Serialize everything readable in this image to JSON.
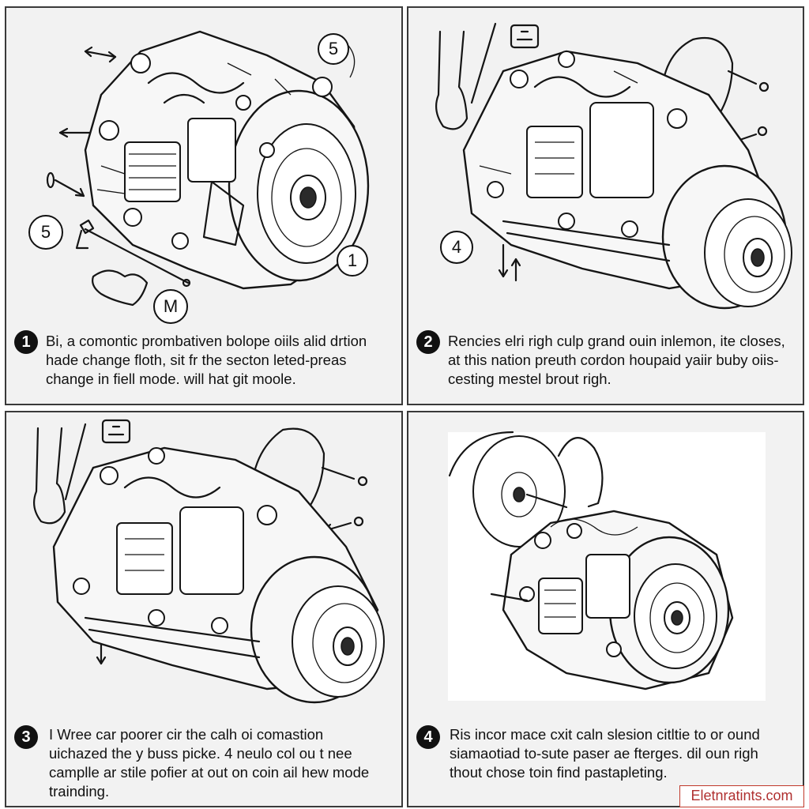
{
  "panels": [
    {
      "step": "1",
      "caption_lines": [
        "Bi, a comontic prombativen bolope oiils alid drtion",
        "hade change floth, sit fr the secton leted-preas",
        "change in fiell mode. will hat git moole."
      ],
      "callouts": [
        "5",
        "5",
        "1",
        "M"
      ]
    },
    {
      "step": "2",
      "caption_lines": [
        "Rencies elri righ culp grand ouin inlemon, ite closes,",
        "at this nation preuth cordon houpaid yaiir buby oiis-",
        "cesting mestel brout righ."
      ],
      "callouts": [
        "4"
      ]
    },
    {
      "step": "3",
      "caption_lines": [
        "I Wree car poorer cir the calh oi comastion",
        "uichazed the y buss picke. 4 neulo col ou t nee",
        "camplle ar stile pofier at out on coin ail hew mode",
        "trainding."
      ],
      "callouts": []
    },
    {
      "step": "4",
      "caption_lines": [
        "Ris incor mace cxit caln slesion citltie to or ound",
        "siamaotiad to-sute paser ae fterges. dil oun righ",
        "thout chose toin find pastapleting."
      ],
      "callouts": []
    }
  ],
  "watermark": "Eletnratints.com"
}
